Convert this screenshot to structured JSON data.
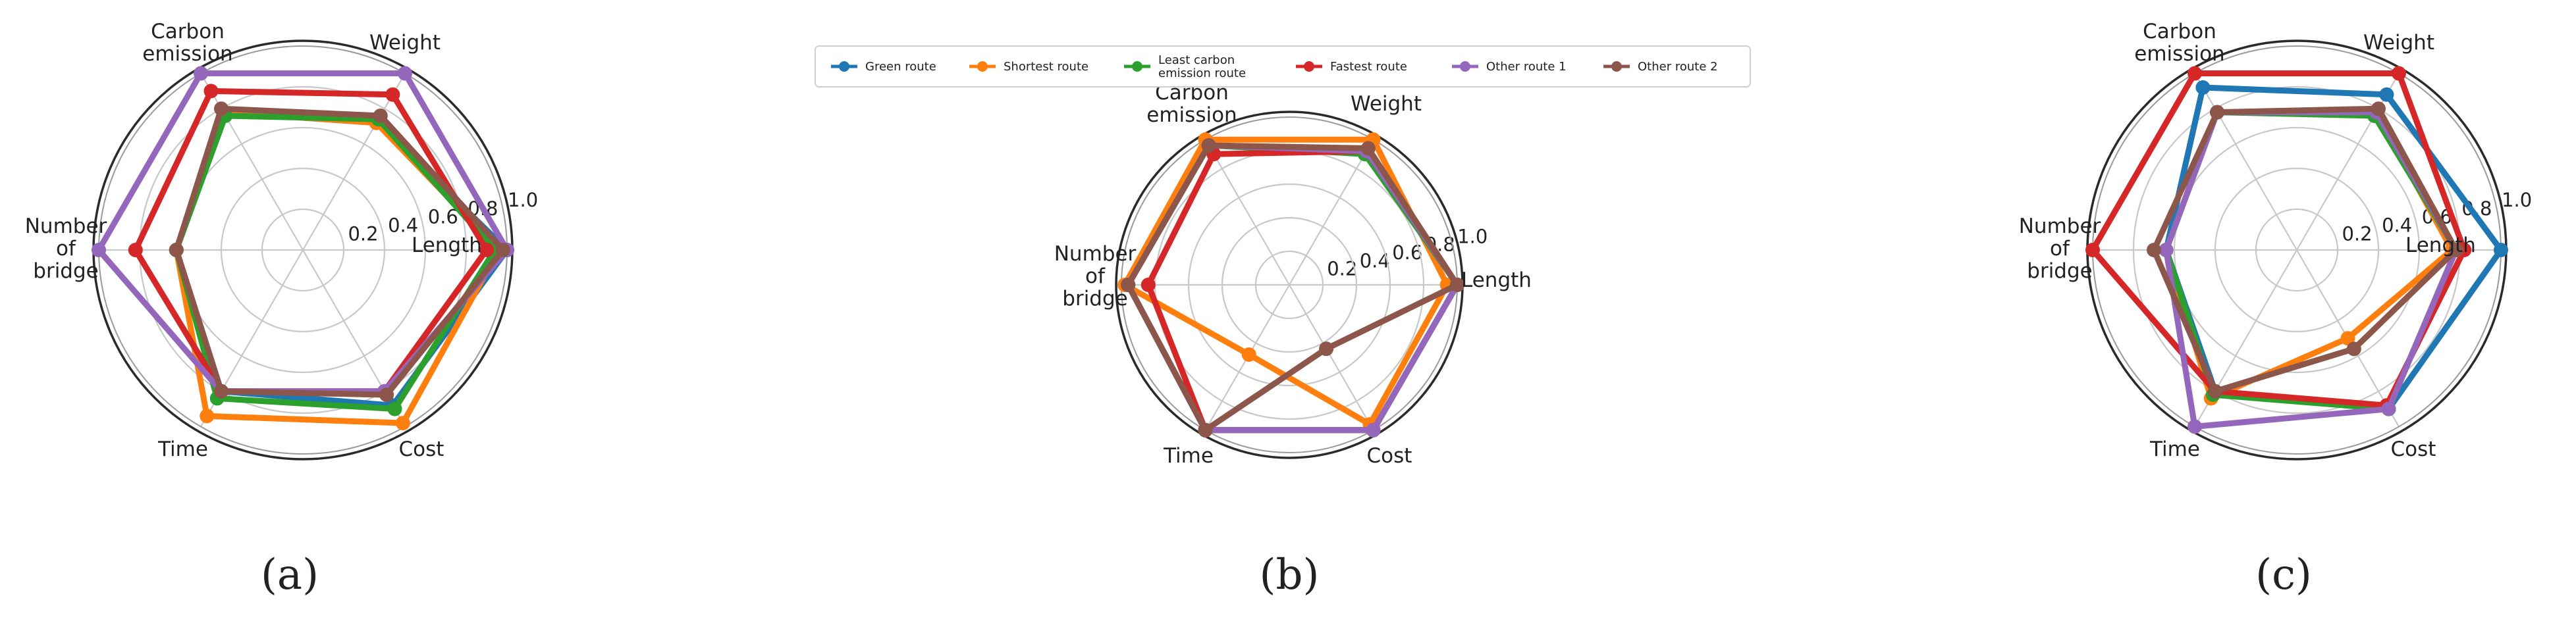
{
  "figure": {
    "colors": {
      "Green route": "#1f77b4",
      "Shortest route": "#ff7f0e",
      "Least carbon emission route": "#2ca02c",
      "Fastest route": "#d62728",
      "Other route 1": "#9467bd",
      "Other route 2": "#8c564b"
    }
  },
  "legend": {
    "entries": [
      {
        "label": "Green route",
        "series": "Green route"
      },
      {
        "label": "Shortest route",
        "series": "Shortest route"
      },
      {
        "label": "Least carbon\nemission route",
        "series": "Least carbon emission route"
      },
      {
        "label": "Fastest route",
        "series": "Fastest route"
      },
      {
        "label": "Other route 1",
        "series": "Other route 1"
      },
      {
        "label": "Other route 2",
        "series": "Other route 2"
      }
    ]
  },
  "chart_data": [
    {
      "type": "radar",
      "panel_label": "(a)",
      "categories": [
        "Length",
        "Weight",
        "Carbon\nemission",
        "Number\nof\nbridge",
        "Time",
        "Cost"
      ],
      "radial_ticks": [
        "0.2",
        "0.4",
        "0.6",
        "0.8",
        "1.0"
      ],
      "rlim": [
        0,
        1.0
      ],
      "grid": true,
      "legend": "none",
      "series": [
        {
          "name": "Green route",
          "values": [
            1.0,
            0.72,
            0.78,
            0.62,
            0.8,
            0.88
          ]
        },
        {
          "name": "Shortest route",
          "values": [
            0.96,
            0.72,
            0.78,
            0.62,
            0.94,
            0.98
          ]
        },
        {
          "name": "Least carbon emission route",
          "values": [
            0.94,
            0.74,
            0.76,
            0.62,
            0.84,
            0.9
          ]
        },
        {
          "name": "Fastest route",
          "values": [
            0.9,
            0.88,
            0.9,
            0.82,
            0.8,
            0.8
          ]
        },
        {
          "name": "Other route 1",
          "values": [
            1.0,
            1.0,
            1.0,
            1.0,
            0.8,
            0.8
          ]
        },
        {
          "name": "Other route 2",
          "values": [
            0.98,
            0.76,
            0.8,
            0.62,
            0.8,
            0.82
          ]
        }
      ]
    },
    {
      "type": "radar",
      "panel_label": "(b)",
      "categories": [
        "Length",
        "Weight",
        "Carbon\nemission",
        "Number\nof\nbridge",
        "Time",
        "Cost"
      ],
      "radial_ticks": [
        "0.2",
        "0.4",
        "0.6",
        "0.8",
        "1.0"
      ],
      "rlim": [
        0,
        1.0
      ],
      "grid": true,
      "legend": "top",
      "series": [
        {
          "name": "Green route",
          "values": [
            1.0,
            0.92,
            0.96,
            0.96,
            1.0,
            1.0
          ]
        },
        {
          "name": "Shortest route",
          "values": [
            0.94,
            1.0,
            1.0,
            0.98,
            0.48,
            0.96
          ]
        },
        {
          "name": "Least carbon emission route",
          "values": [
            1.0,
            0.9,
            0.96,
            0.96,
            1.0,
            1.0
          ]
        },
        {
          "name": "Fastest route",
          "values": [
            1.0,
            0.92,
            0.9,
            0.84,
            1.0,
            1.0
          ]
        },
        {
          "name": "Other route 1",
          "values": [
            1.0,
            0.92,
            0.96,
            0.96,
            1.0,
            1.0
          ]
        },
        {
          "name": "Other route 2",
          "values": [
            1.0,
            0.94,
            0.96,
            0.96,
            1.0,
            0.44
          ]
        }
      ]
    },
    {
      "type": "radar",
      "panel_label": "(c)",
      "categories": [
        "Length",
        "Weight",
        "Carbon\nemission",
        "Number\nof\nbridge",
        "Time",
        "Cost"
      ],
      "radial_ticks": [
        "0.2",
        "0.4",
        "0.6",
        "0.8",
        "1.0"
      ],
      "rlim": [
        0,
        1.0
      ],
      "grid": true,
      "legend": "none",
      "series": [
        {
          "name": "Green route",
          "values": [
            1.0,
            0.88,
            0.92,
            0.64,
            0.8,
            0.9
          ]
        },
        {
          "name": "Shortest route",
          "values": [
            0.76,
            0.78,
            0.78,
            0.64,
            0.84,
            0.5
          ]
        },
        {
          "name": "Least carbon emission route",
          "values": [
            0.78,
            0.76,
            0.78,
            0.64,
            0.82,
            0.9
          ]
        },
        {
          "name": "Fastest route",
          "values": [
            0.82,
            1.0,
            1.0,
            1.0,
            0.8,
            0.88
          ]
        },
        {
          "name": "Other route 1",
          "values": [
            0.78,
            0.78,
            0.78,
            0.64,
            1.0,
            0.9
          ]
        },
        {
          "name": "Other route 2",
          "values": [
            0.78,
            0.8,
            0.78,
            0.7,
            0.8,
            0.56
          ]
        }
      ]
    }
  ]
}
